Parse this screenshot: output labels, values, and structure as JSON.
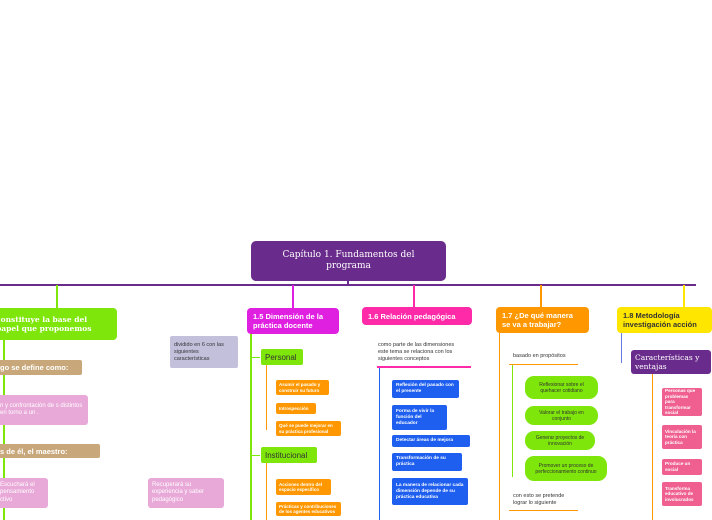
{
  "root": "Capítulo 1. Fundamentos del programa",
  "t1": {
    "title": "constituye la base del papel que proponemos",
    "color": "#7ee60a",
    "subs": [
      "go se define como:",
      "n y confrontación de s distintos en torno a un .",
      "s de él, el maestro:",
      "Escuchará el pensamiento ctivo",
      "Recuperará su experiencia y saber pedagógico"
    ]
  },
  "t2": {
    "title": "1.5 Dimensión de la práctica docente",
    "color": "#e020e0",
    "note": "dividido en 6 con las siguientes características",
    "personal": "Personal",
    "personal_items": [
      "Asumir el pasado y construir su futuro",
      "Introspección",
      "Qué se puede mejorar en su práctica profesional"
    ],
    "institucional": "Institucional",
    "inst_items": [
      "Acciones dentro del espacio específico",
      "Prácticas y contribuciones de los agentes educativos"
    ]
  },
  "t3": {
    "title": "1.6 Relación pedagógica",
    "color": "#ff2aa8",
    "note": "como parte de las dimensiones este tema se relaciona con los siguientes conceptos",
    "items": [
      "Reflexión del pasado con el presente",
      "Forma de vivir la función del educador",
      "Detectar áreas de mejora",
      "Transformación de su práctica",
      "La manera de relacionar cada dimensión depende de su práctica educativa"
    ]
  },
  "t4": {
    "title": "1.7 ¿De qué manera se va a trabajar?",
    "color": "#ff9800",
    "note": "basado en propósitos",
    "items": [
      "Reflexionar sobre el quehacer cotidiano",
      "Valorar el trabajo en conjunto",
      "Generar proyectos de innovación",
      "Promover un proceso de perfeccionamiento continuo"
    ],
    "note2": "con esto se pretende lograr lo siguiente"
  },
  "t5": {
    "title": "1.8 Metodología investigación acción",
    "color": "#ffe600",
    "sub": "Características y ventajas",
    "items": [
      "Personas que problemas para transformar social",
      "Vinculación la teoría con práctica",
      "Produce un social",
      "Transforma educativo de involucrados"
    ]
  }
}
